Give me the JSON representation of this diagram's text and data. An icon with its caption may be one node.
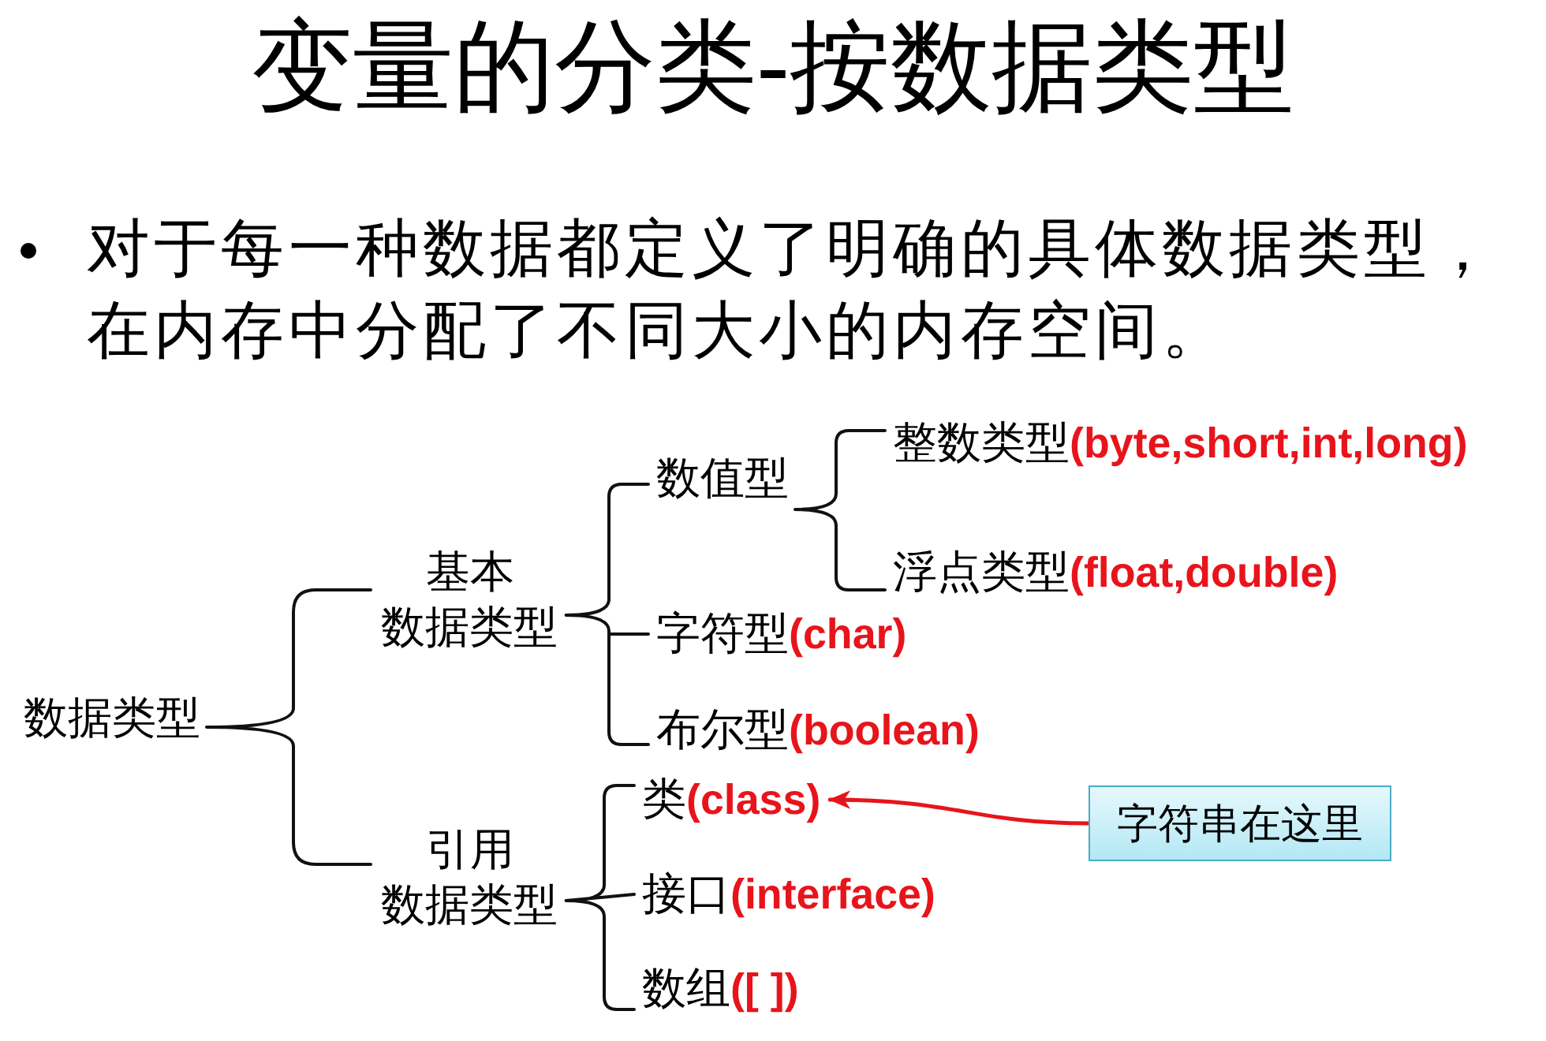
{
  "diagram": {
    "title": "变量的分类-按数据类型",
    "nodes": [
      {
        "text": [
          "数据类型"
        ]
      },
      {
        "text": [
          "基本数据类型"
        ]
      },
      {
        "text": [
          "数值型"
        ]
      },
      {
        "text": [
          "整数类型**(byte,short,int,long)**"
        ]
      },
      {
        "text": [
          "浮点类型**(float,double)**"
        ]
      },
      {
        "text": [
          "字符型**(char)**"
        ]
      },
      {
        "text": [
          "布尔型**(boolean)**"
        ]
      },
      {
        "text": [
          "引用数据类型"
        ]
      },
      {
        "text": [
          "类**(class)**"
        ]
      },
      {
        "text": [
          "接口**(interface)**"
        ]
      },
      {
        "text": [
          "数组**([ ])**"
        ]
      },
      {
        "text": [
          "字符串在这里"
        ]
      }
    ],
    "edges": [
      {
        "from": 0,
        "to": 1,
        "arrow": "none"
      },
      {
        "from": 0,
        "to": 7,
        "arrow": "none"
      },
      {
        "from": 1,
        "to": 2,
        "arrow": "none"
      },
      {
        "from": 1,
        "to": 5,
        "arrow": "none"
      },
      {
        "from": 1,
        "to": 6,
        "arrow": "none"
      },
      {
        "from": 2,
        "to": 3,
        "arrow": "none"
      },
      {
        "from": 2,
        "to": 4,
        "arrow": "none"
      },
      {
        "from": 7,
        "to": 8,
        "arrow": "none"
      },
      {
        "from": 7,
        "to": 9,
        "arrow": "none"
      },
      {
        "from": 7,
        "to": 10,
        "arrow": "none"
      },
      {
        "from": 11,
        "to": 8,
        "arrow": "to",
        "color": "#e8141b"
      }
    ],
    "labels": [
      "对于每一种数据都定义了明确的具体数据类型，在内存中分配了不同大小的内存空间。"
    ]
  }
}
